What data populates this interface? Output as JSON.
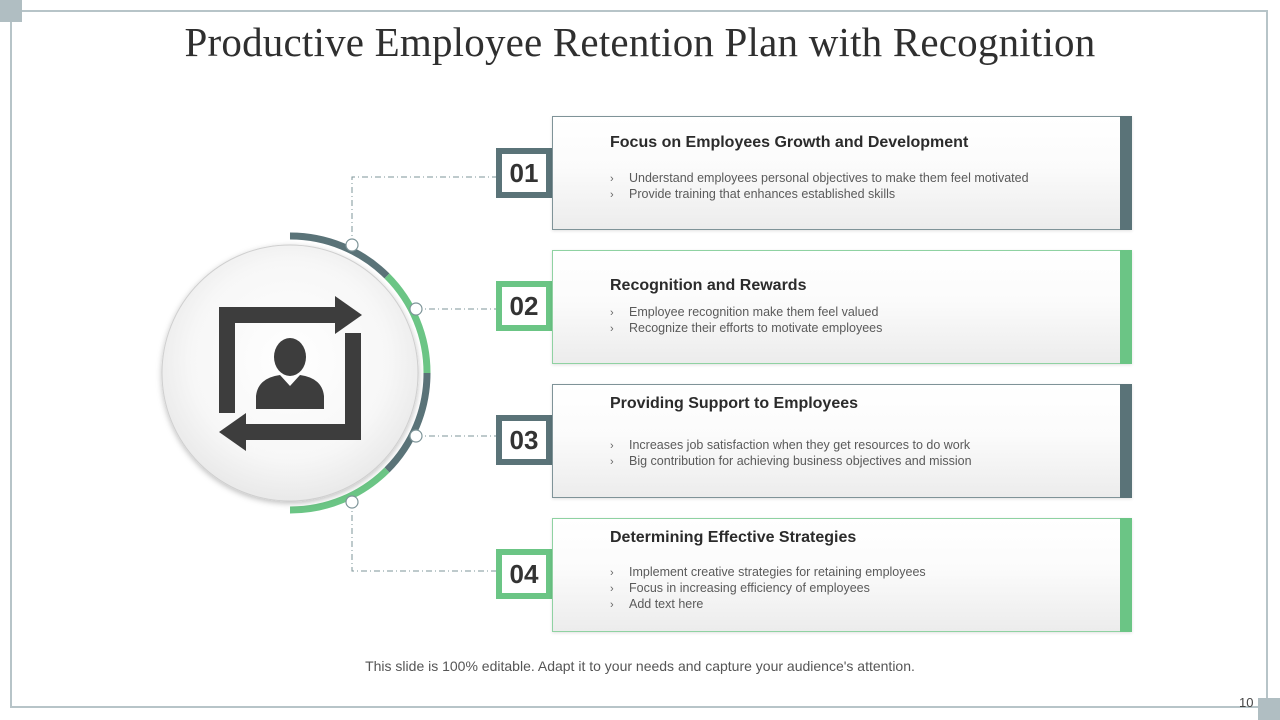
{
  "slide": {
    "title": "Productive Employee Retention Plan with Recognition",
    "footer": "This slide is 100% editable. Adapt it to your needs and capture your audience's attention.",
    "page_number": "10"
  },
  "colors": {
    "slate": "#5a7378",
    "green": "#6bc585",
    "icon": "#3d3d3d",
    "frame": "#b7c4c8"
  },
  "center_icon": "person-with-cycle-arrows-icon",
  "items": [
    {
      "number": "01",
      "accent": "slate",
      "title": "Focus on Employees Growth and Development",
      "bullets": [
        "Understand employees personal objectives to make them feel motivated",
        "Provide training that enhances established skills"
      ]
    },
    {
      "number": "02",
      "accent": "green",
      "title": "Recognition and Rewards",
      "bullets": [
        "Employee recognition make them feel valued",
        "Recognize their efforts to motivate employees"
      ]
    },
    {
      "number": "03",
      "accent": "slate",
      "title": "Providing Support to Employees",
      "bullets": [
        "Increases job satisfaction when they get resources to do work",
        "Big contribution for achieving business objectives and mission"
      ]
    },
    {
      "number": "04",
      "accent": "green",
      "title": "Determining Effective Strategies",
      "bullets": [
        "Implement creative strategies for retaining employees",
        "Focus in increasing efficiency of employees",
        "Add text here"
      ]
    }
  ]
}
